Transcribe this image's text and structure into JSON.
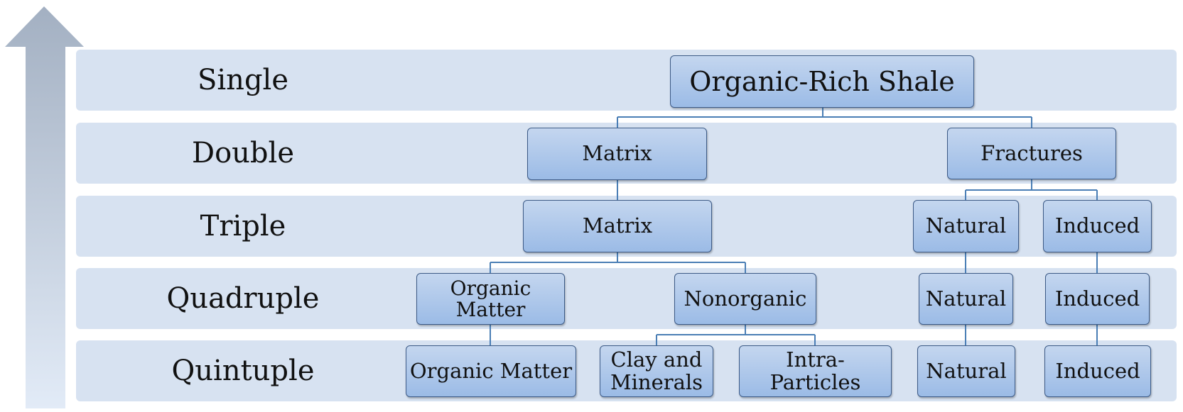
{
  "levels": [
    "Single",
    "Double",
    "Triple",
    "Quadruple",
    "Quintuple"
  ],
  "nodes": {
    "root": "Organic-Rich Shale",
    "double_matrix": "Matrix",
    "double_fractures": "Fractures",
    "triple_matrix": "Matrix",
    "triple_natural": "Natural",
    "triple_induced": "Induced",
    "quad_organic": "Organic\nMatter",
    "quad_nonorganic": "Nonorganic",
    "quad_natural": "Natural",
    "quad_induced": "Induced",
    "quint_organic": "Organic Matter",
    "quint_clay": "Clay and\nMinerals",
    "quint_intra": "Intra-\nParticles",
    "quint_natural": "Natural",
    "quint_induced": "Induced"
  },
  "colors": {
    "band": "#d7e2f1",
    "node_top": "#c4d6ef",
    "node_bottom": "#9bbbe6",
    "connector": "#4a7eb5",
    "arrow_top": "#a3b0c2",
    "arrow_bottom": "#e2ebf7"
  }
}
